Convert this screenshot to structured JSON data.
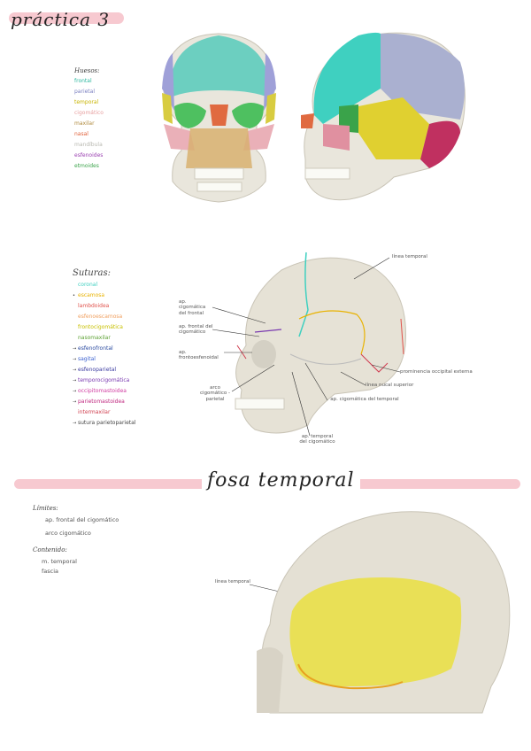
{
  "header": {
    "title": "práctica 3"
  },
  "huesos": {
    "heading": "Huesos:",
    "items": [
      {
        "label": "frontal",
        "color": "#2eb8a0"
      },
      {
        "label": "parietal",
        "color": "#7a7fc0"
      },
      {
        "label": "temporal",
        "color": "#c8b400"
      },
      {
        "label": "cigomático",
        "color": "#e7a0a0"
      },
      {
        "label": "maxilar",
        "color": "#b08a3e"
      },
      {
        "label": "nasal",
        "color": "#e0613a"
      },
      {
        "label": "mandíbula",
        "color": "#b8b8b0"
      },
      {
        "label": "esfenoides",
        "color": "#9a3fb0"
      },
      {
        "label": "etmoides",
        "color": "#3aa34a"
      }
    ]
  },
  "suturas": {
    "heading": "Suturas:",
    "items": [
      {
        "label": "coronal",
        "color": "#3fd0c0",
        "arrow": ""
      },
      {
        "label": "escamosa",
        "color": "#e8b200",
        "arrow": "•"
      },
      {
        "label": "lambdoidea",
        "color": "#e0504a",
        "arrow": ""
      },
      {
        "label": "esfenoescamosa",
        "color": "#f0a060",
        "arrow": ""
      },
      {
        "label": "frontocigomática",
        "color": "#c8c000",
        "arrow": ""
      },
      {
        "label": "nasomaxilar",
        "color": "#5aa030",
        "arrow": ""
      },
      {
        "label": "esfenofrontal",
        "color": "#2a4aa0",
        "arrow": "→"
      },
      {
        "label": "sagital",
        "color": "#3a60d0",
        "arrow": "→"
      },
      {
        "label": "esfenoparietal",
        "color": "#3a3aa0",
        "arrow": "→"
      },
      {
        "label": "temporocigomática",
        "color": "#7a3ab0",
        "arrow": "→"
      },
      {
        "label": "occipitomastoidea",
        "color": "#d03aa0",
        "arrow": "→"
      },
      {
        "label": "parietomastoidea",
        "color": "#c02a80",
        "arrow": "→"
      },
      {
        "label": "intermaxilar",
        "color": "#d04050",
        "arrow": ""
      },
      {
        "label": "sutura parietoparietal",
        "color": "#444444",
        "arrow": "→"
      }
    ]
  },
  "lateral_labels": {
    "linea_temporal": "línea temporal",
    "ap_cigomatica": "ap. cigomática del frontal",
    "ap_frontal": "ap. frontal del cigomático",
    "ap_frontoesfenoidal": "ap. frontoesfenoidal",
    "arco_cigomatico": "arco cigomático - parietal",
    "prominencia_occipital": "prominencia occipital externa",
    "linea_nucal": "línea nucal superior",
    "ap_cigomatica_temporal": "ap. cigomática del temporal",
    "ap_temporal_cigomatico": "ap. temporal del cigomático"
  },
  "section2": {
    "title": "fosa temporal",
    "limites_heading": "Límites:",
    "limites_items": [
      "ap. frontal del cigomático",
      "arco cigomático"
    ],
    "contenido_heading": "Contenido:",
    "contenido_items": [
      "m. temporal",
      "fascia"
    ],
    "skull_label": "línea temporal"
  }
}
